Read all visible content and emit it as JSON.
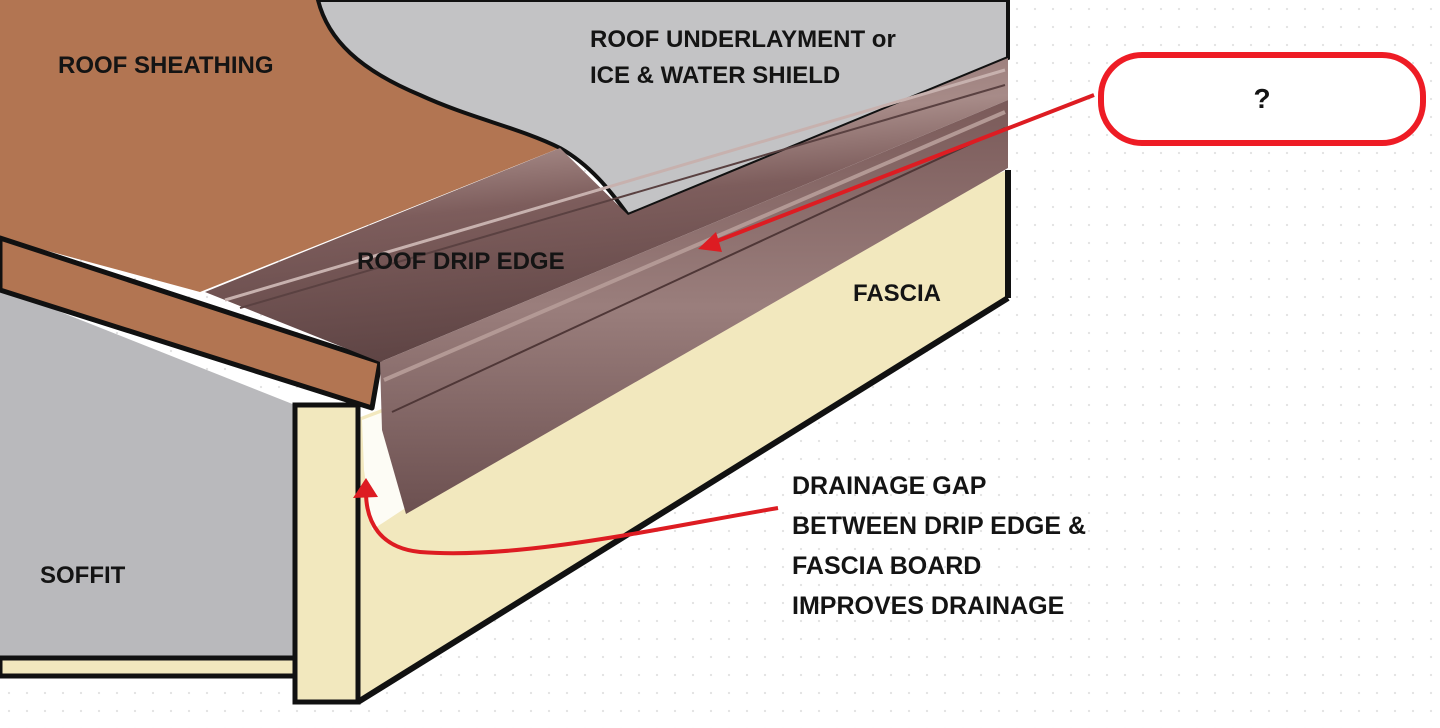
{
  "labels": {
    "roof_sheathing": "ROOF SHEATHING",
    "underlayment_line1": "ROOF UNDERLAYMENT or",
    "underlayment_line2": "ICE & WATER SHIELD",
    "drip_edge": "ROOF DRIP EDGE",
    "fascia": "FASCIA",
    "soffit": "SOFFIT",
    "drainage_line1": "DRAINAGE GAP",
    "drainage_line2": "BETWEEN DRIP EDGE &",
    "drainage_line3": "FASCIA BOARD",
    "drainage_line4": "IMPROVES DRAINAGE"
  },
  "callout": {
    "text": "?"
  },
  "colors": {
    "sheathing": "#b27552",
    "underlayment": "#c3c3c5",
    "drip_edge": "#8d6a6a",
    "fascia": "#f2e8be",
    "soffit": "#b9b9bc",
    "arrow": "#dd1c22",
    "callout_border": "#ee1c25",
    "outline": "#111111"
  }
}
